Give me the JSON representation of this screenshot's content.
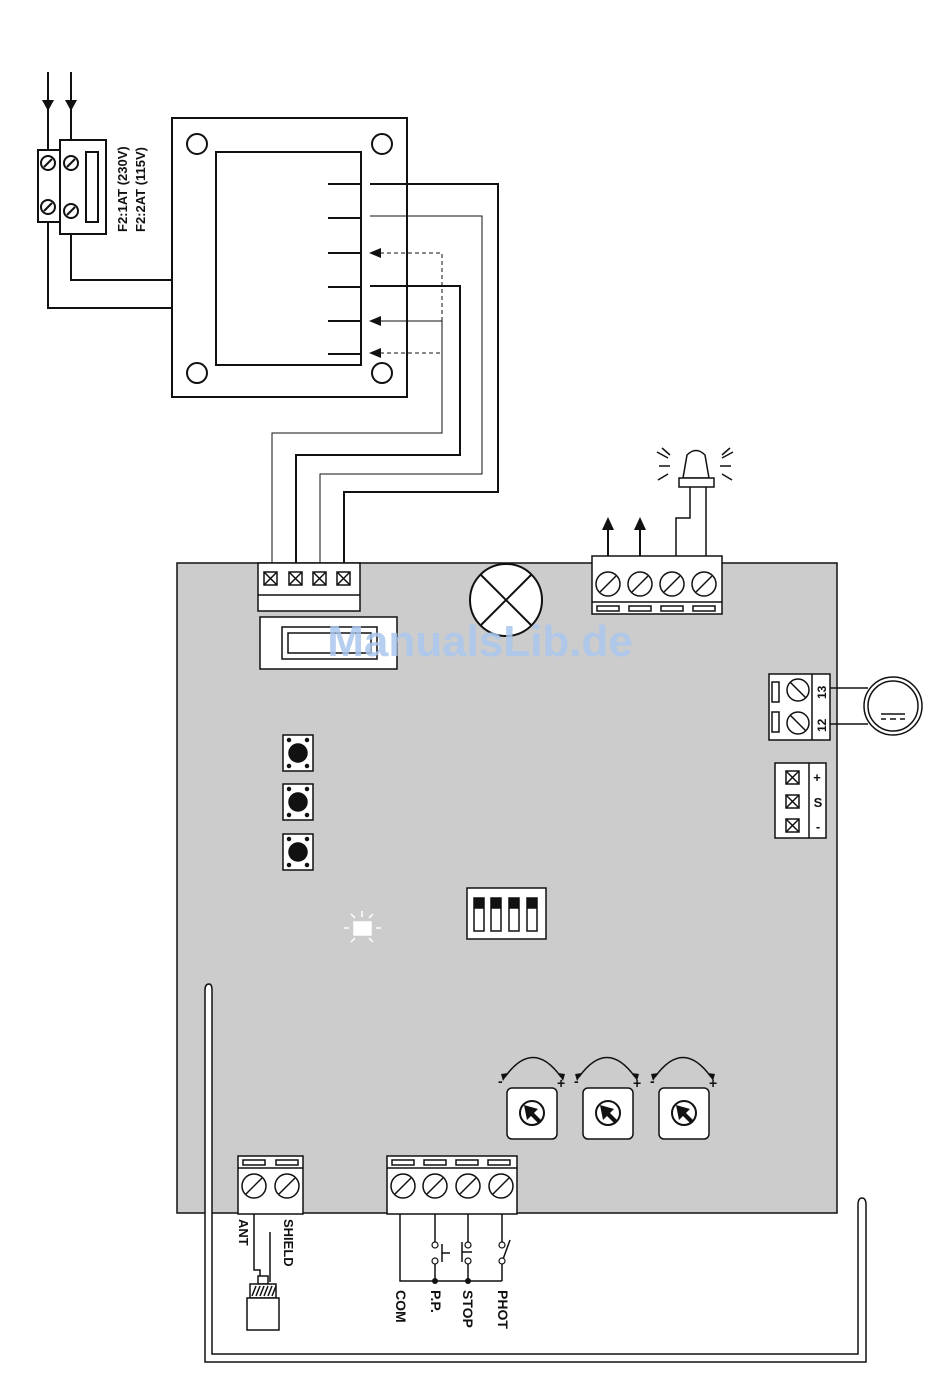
{
  "fuse": {
    "label_1": "F2:1AT (230V)",
    "label_2": "F2:2AT (115V)"
  },
  "antenna": {
    "label_ant": "ANT",
    "label_shield": "SHIELD"
  },
  "inputs": {
    "label_com": "COM",
    "label_pp": "P.P.",
    "label_stop": "STOP",
    "label_phot": "PHOT"
  },
  "motor_terminals": {
    "label_13": "13",
    "label_12": "12",
    "dc_symbol": "⎓"
  },
  "encoder": {
    "label_plus": "+",
    "label_s": "S",
    "label_minus": "-"
  },
  "trimmers": {
    "minus": "-",
    "plus": "+"
  },
  "watermark": "ManualsLib.de",
  "colors": {
    "board": "#cccccc",
    "line": "#111111",
    "watermark": "#a9c6ec"
  }
}
